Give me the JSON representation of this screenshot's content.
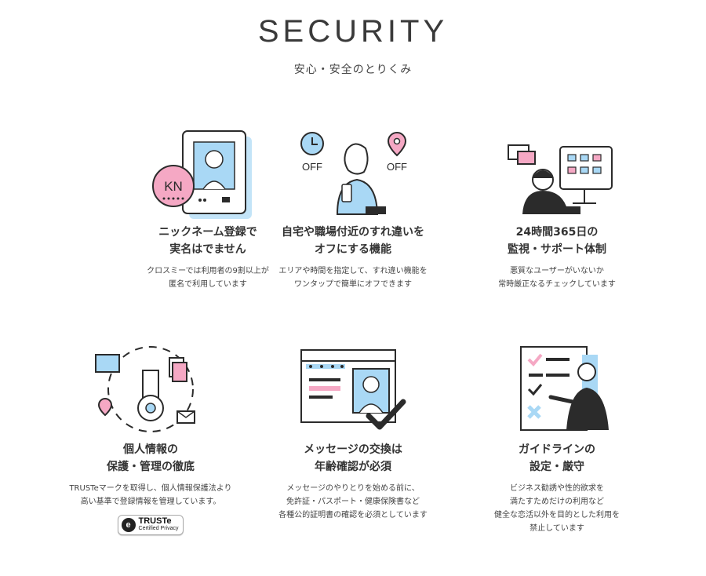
{
  "header": {
    "title": "SECURITY",
    "subtitle": "安心・安全のとりくみ"
  },
  "colors": {
    "accent_blue": "#a9d8f5",
    "accent_pink": "#f5a8c4",
    "ink": "#2b2b2b",
    "text": "#333333"
  },
  "features": [
    {
      "icon": "profile-nickname-icon",
      "title_line1": "ニックネーム登録で",
      "title_line2": "実名はでません",
      "desc_line1": "クロスミーでは利用者の9割以上が",
      "desc_line2": "匿名で利用しています",
      "badge": "KN"
    },
    {
      "icon": "location-off-icon",
      "title_line1": "自宅や職場付近のすれ違いを",
      "title_line2": "オフにする機能",
      "desc_line1": "エリアや時間を指定して、すれ違い機能を",
      "desc_line2": "ワンタップで簡単にオフできます",
      "off_label": "OFF"
    },
    {
      "icon": "support-monitoring-icon",
      "title_line1": "24時間365日の",
      "title_line2": "監視・サポート体制",
      "desc_line1": "悪質なユーザーがいないか",
      "desc_line2": "常時厳正なるチェックしています"
    },
    {
      "icon": "privacy-key-icon",
      "title_line1": "個人情報の",
      "title_line2": "保護・管理の徹底",
      "desc_line1": "TRUSTeマークを取得し、個人情報保護法より",
      "desc_line2": "高い基準で登録情報を管理しています。",
      "truste_brand": "TRUSTe",
      "truste_sub": "Certified Privacy"
    },
    {
      "icon": "age-verification-icon",
      "title_line1": "メッセージの交換は",
      "title_line2": "年齢確認が必須",
      "desc_line1": "メッセージのやりとりを始める前に、",
      "desc_line2": "免許証・パスポート・健康保険書など",
      "desc_line3": "各種公的証明書の確認を必須としています"
    },
    {
      "icon": "guideline-checklist-icon",
      "title_line1": "ガイドラインの",
      "title_line2": "設定・厳守",
      "desc_line1": "ビジネス勧誘や性的欲求を",
      "desc_line2": "満たすためだけの利用など",
      "desc_line3": "健全な恋活以外を目的とした利用を",
      "desc_line4": "禁止しています"
    }
  ]
}
